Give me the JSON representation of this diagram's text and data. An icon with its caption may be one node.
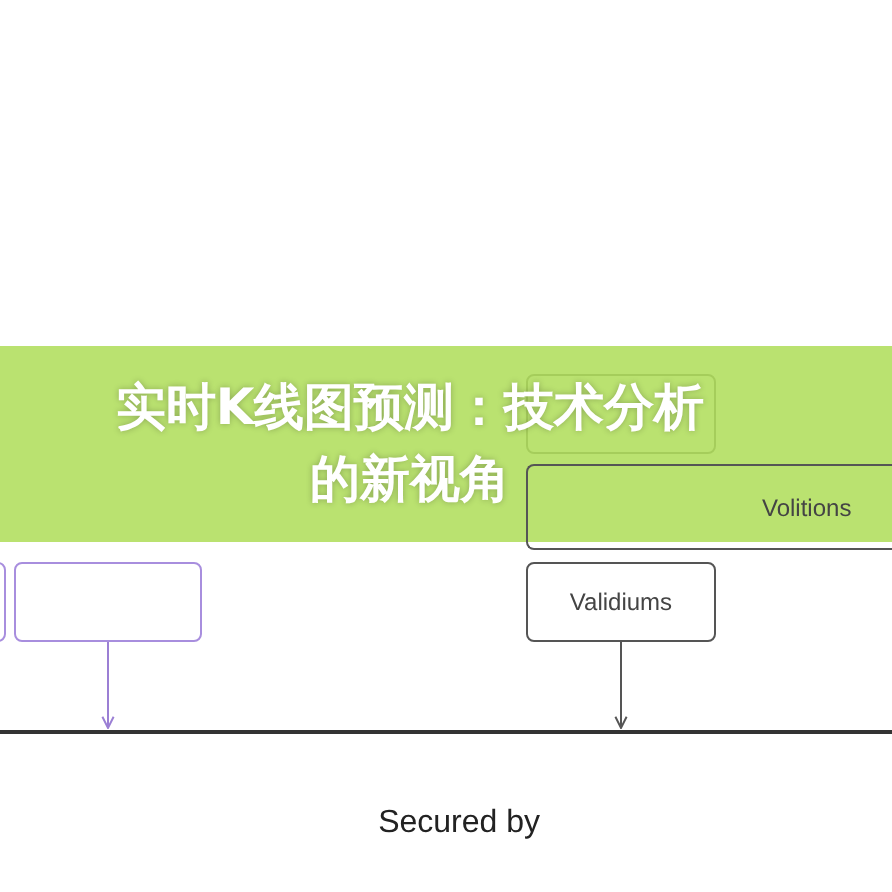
{
  "diagram": {
    "title": "实时K线图预测：技术分析的新视角",
    "nodes": [
      {
        "text": [],
        "shape": "box"
      },
      {
        "text": [],
        "shape": "box"
      },
      {
        "text": [],
        "shape": "box"
      },
      {
        "text": [
          "Volitions"
        ]
      },
      {
        "text": [
          "Validiums"
        ]
      },
      {
        "text": [],
        "shape": "bar"
      }
    ],
    "edges": [
      {
        "from": 1,
        "to": 5,
        "arrow": "to",
        "color": "#9b7fd4"
      },
      {
        "from": 4,
        "to": 5,
        "arrow": "to",
        "color": "#555555"
      }
    ],
    "labels": [
      "Secured by"
    ]
  }
}
